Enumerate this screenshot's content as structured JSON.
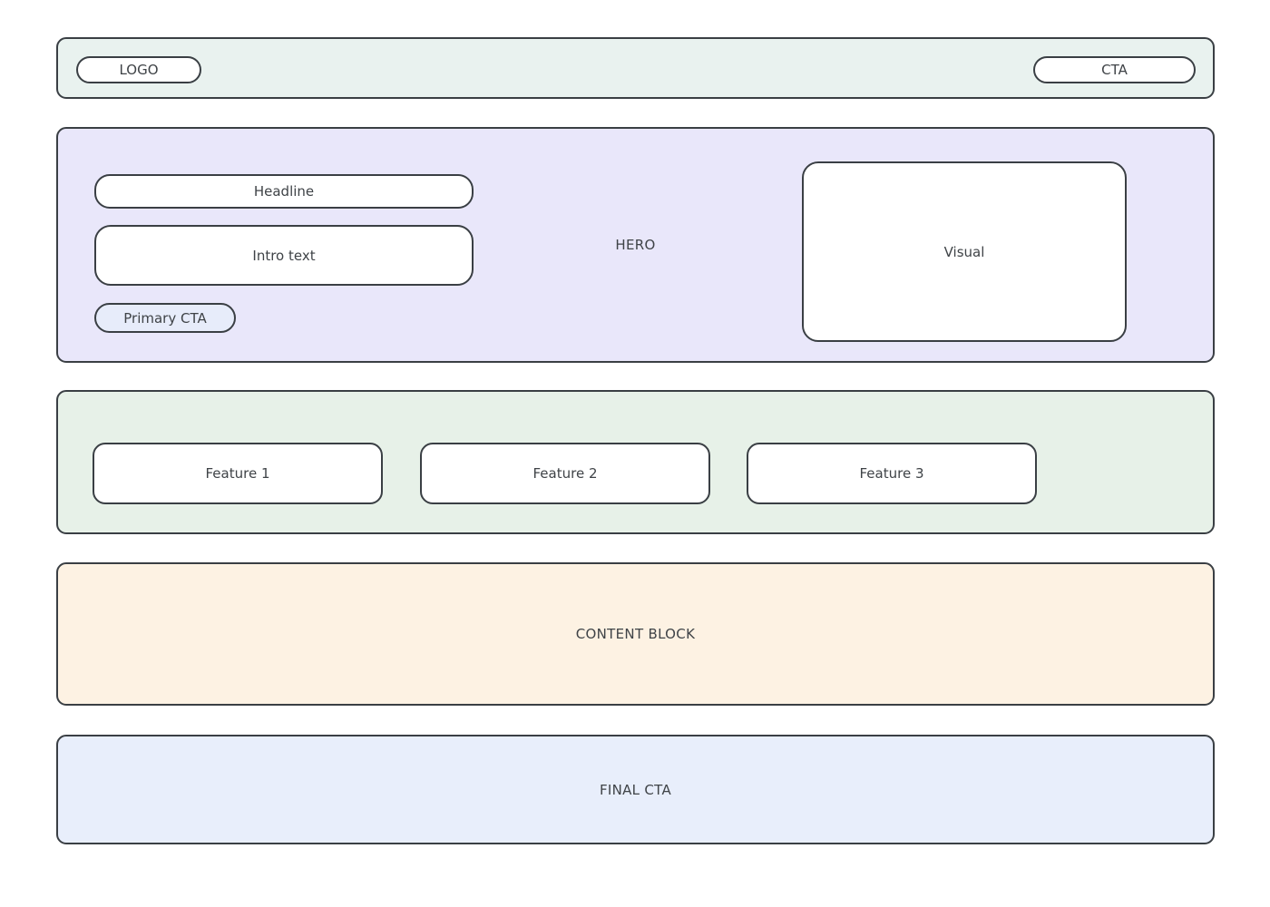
{
  "topbar": {
    "logo_label": "LOGO",
    "cta_label": "CTA"
  },
  "hero": {
    "section_label": "HERO",
    "headline_label": "Headline",
    "intro_label": "Intro text",
    "primary_cta_label": "Primary CTA",
    "visual_label": "Visual"
  },
  "features": {
    "items": [
      {
        "label": "Feature 1"
      },
      {
        "label": "Feature 2"
      },
      {
        "label": "Feature 3"
      }
    ]
  },
  "content_block": {
    "label": "CONTENT BLOCK"
  },
  "final_cta": {
    "label": "FINAL CTA"
  },
  "colors": {
    "topbar_bg": "#e9f2ef",
    "hero_bg": "#e9e7fa",
    "primary_cta_bg": "#e7ecfa",
    "features_bg": "#e7f1e8",
    "content_bg": "#fdf2e3",
    "final_bg": "#e8eefb",
    "card_bg": "#ffffff",
    "border": "#3a3f44",
    "text": "#3f4347"
  }
}
